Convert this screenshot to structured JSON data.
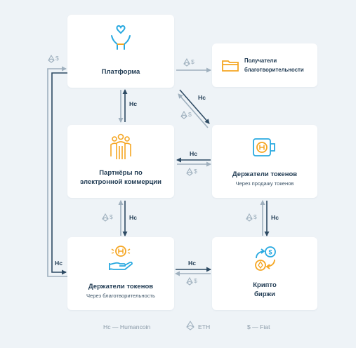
{
  "nodes": {
    "platform": {
      "title": "Платформа"
    },
    "recipients": {
      "title": "Получатели благотворительности"
    },
    "partners": {
      "title": "Партнёры по электронной коммерции"
    },
    "holders_sale": {
      "title": "Держатели токенов",
      "subtitle": "Через продажу токенов"
    },
    "holders_charity": {
      "title": "Держатели токенов",
      "subtitle": "Через благотворительность"
    },
    "exchanges": {
      "title": "Крипто биржи"
    }
  },
  "edge_labels": {
    "hc": "Hc",
    "fiat_symbol": "$"
  },
  "legend": {
    "hc": "Hc — Humancoin",
    "eth": "ETH",
    "fiat": "$ — Fiat"
  },
  "colors": {
    "background": "#eef3f7",
    "card": "#ffffff",
    "text_dark": "#1f3a52",
    "arrow_dark": "#2d4a63",
    "arrow_light": "#9fb0be",
    "icon_blue": "#29a9e0",
    "icon_orange": "#f5a623"
  }
}
